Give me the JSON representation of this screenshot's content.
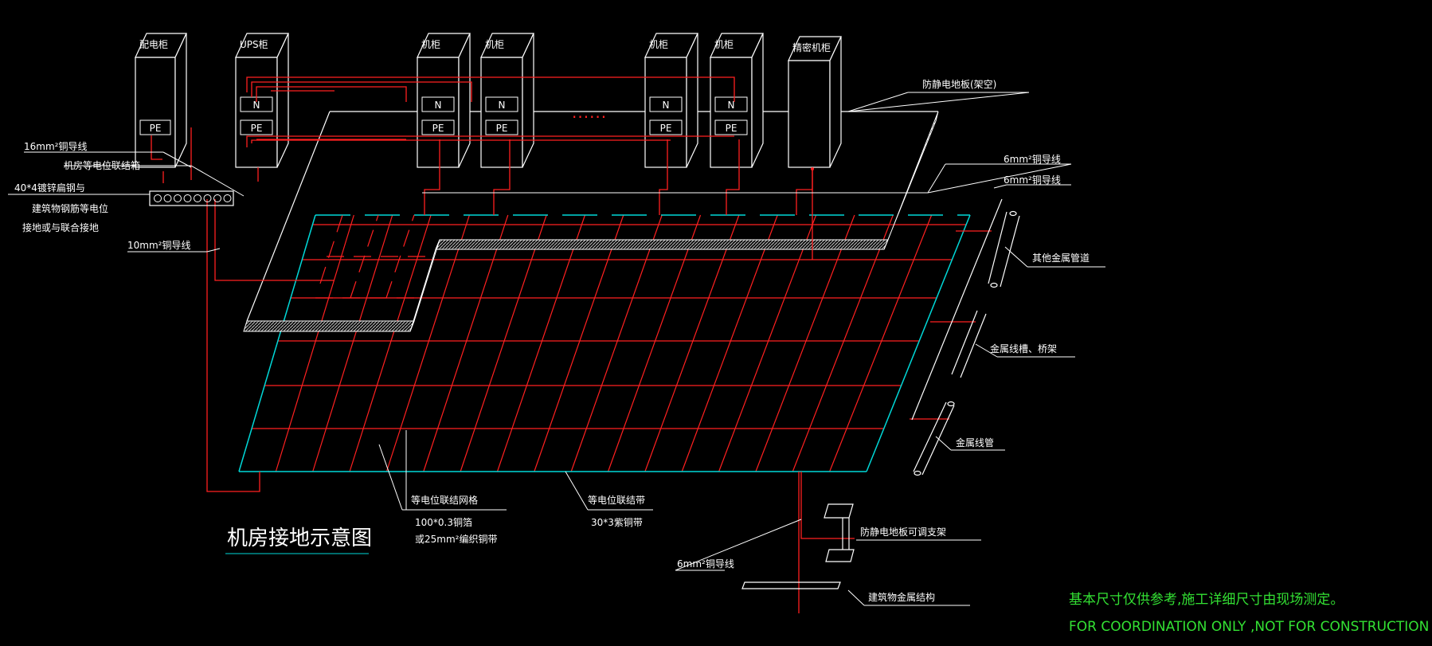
{
  "title": "机房接地示意图",
  "cabinets": {
    "distribution": "配电柜",
    "ups": "UPS柜",
    "rack": "机柜",
    "precision_ac": "精密机柜"
  },
  "terminal_labels": {
    "n": "N",
    "pe": "PE"
  },
  "ellipsis": "......",
  "labels": {
    "wire16": "16mm²铜导线",
    "equip_box": "机房等电位联结箱",
    "flat_steel": "40*4镀锌扁钢与",
    "rebar_1": "建筑物钢筋等电位",
    "rebar_2": "接地或与联合接地",
    "wire10": "10mm²铜导线",
    "antistatic_floor": "防静电地板(架空)",
    "wire6_a": "6mm²铜导线",
    "wire6_b": "6mm²铜导线",
    "metal_pipe": "其他金属管道",
    "cable_tray": "金属线槽、桥架",
    "conduit": "金属线管",
    "grid_mesh": "等电位联结网格",
    "copper_1": "100*0.3铜箔",
    "copper_2": "或25mm²编织铜带",
    "bond_strip": "等电位联结带",
    "strip_size": "30*3紫铜带",
    "wire6_c": "6mm²铜导线",
    "floor_stand": "防静电地板可调支架",
    "building_metal": "建筑物金属结构"
  },
  "notes": {
    "cn": "基本尺寸仅供参考,施工详细尺寸由现场测定。",
    "en": "FOR COORDINATION ONLY ,NOT FOR CONSTRUCTION"
  },
  "colors": {
    "background": "#000000",
    "line_white": "#ffffff",
    "line_red": "#ff2020",
    "line_cyan": "#00d8d8",
    "text_green": "#33e033"
  }
}
